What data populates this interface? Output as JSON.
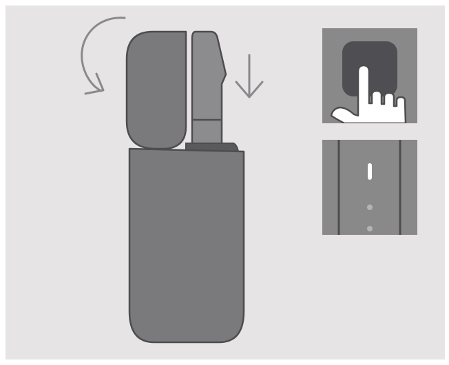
{
  "illustration": {
    "step": "open-cap-and-insert-holder",
    "colors": {
      "background": "#e6e4e5",
      "device_body": "#7a797b",
      "device_outline": "#4d4c4f",
      "holder": "#8c8b8d",
      "inset_background": "#8a8989",
      "button": "#4f4e52",
      "finger": "#ffffff",
      "indicator_light": "#ffffff",
      "indicator_dim": "#b4b3b5",
      "arrow": "#8a898b"
    },
    "icons": {
      "rotate": "rotate-arrow-icon",
      "insert": "down-arrow-icon",
      "press_button": "hand-press-icon",
      "status_lights": "status-lights-icon"
    },
    "status_lights": {
      "total": 3,
      "lit": 1
    }
  }
}
